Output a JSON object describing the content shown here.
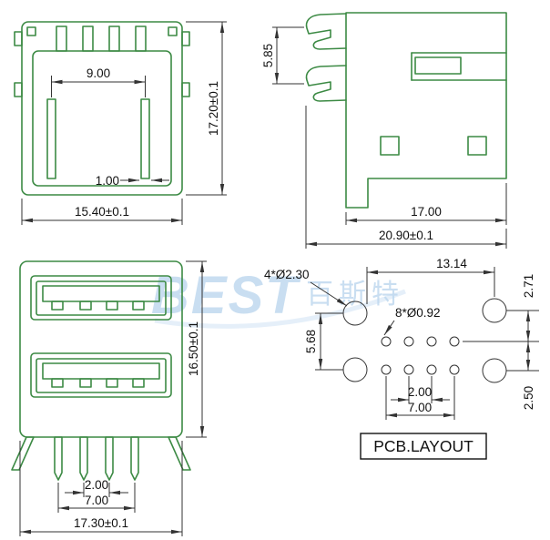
{
  "watermark": {
    "brand": "BEST",
    "cn": "百斯特"
  },
  "top_view": {
    "dim_inner": "9.00",
    "dim_bar": "1.00",
    "dim_width": "15.40±0.1",
    "dim_height": "17.20±0.1"
  },
  "side_view": {
    "dim_tab": "5.85",
    "dim_inner": "17.00",
    "dim_overall": "20.90±0.1"
  },
  "front_view": {
    "dim_height": "16.50±0.1",
    "dim_pitch": "2.00",
    "dim_span": "7.00",
    "dim_width": "17.30±0.1"
  },
  "pcb": {
    "title": "PCB.LAYOUT",
    "label_big_holes": "4*Ø2.30",
    "label_small_holes": "8*Ø0.92",
    "dim_h_span": "13.14",
    "dim_v_top": "2.71",
    "dim_v_left": "5.68",
    "dim_v_bottom": "2.50",
    "dim_pitch": "2.00",
    "dim_span": "7.00"
  }
}
